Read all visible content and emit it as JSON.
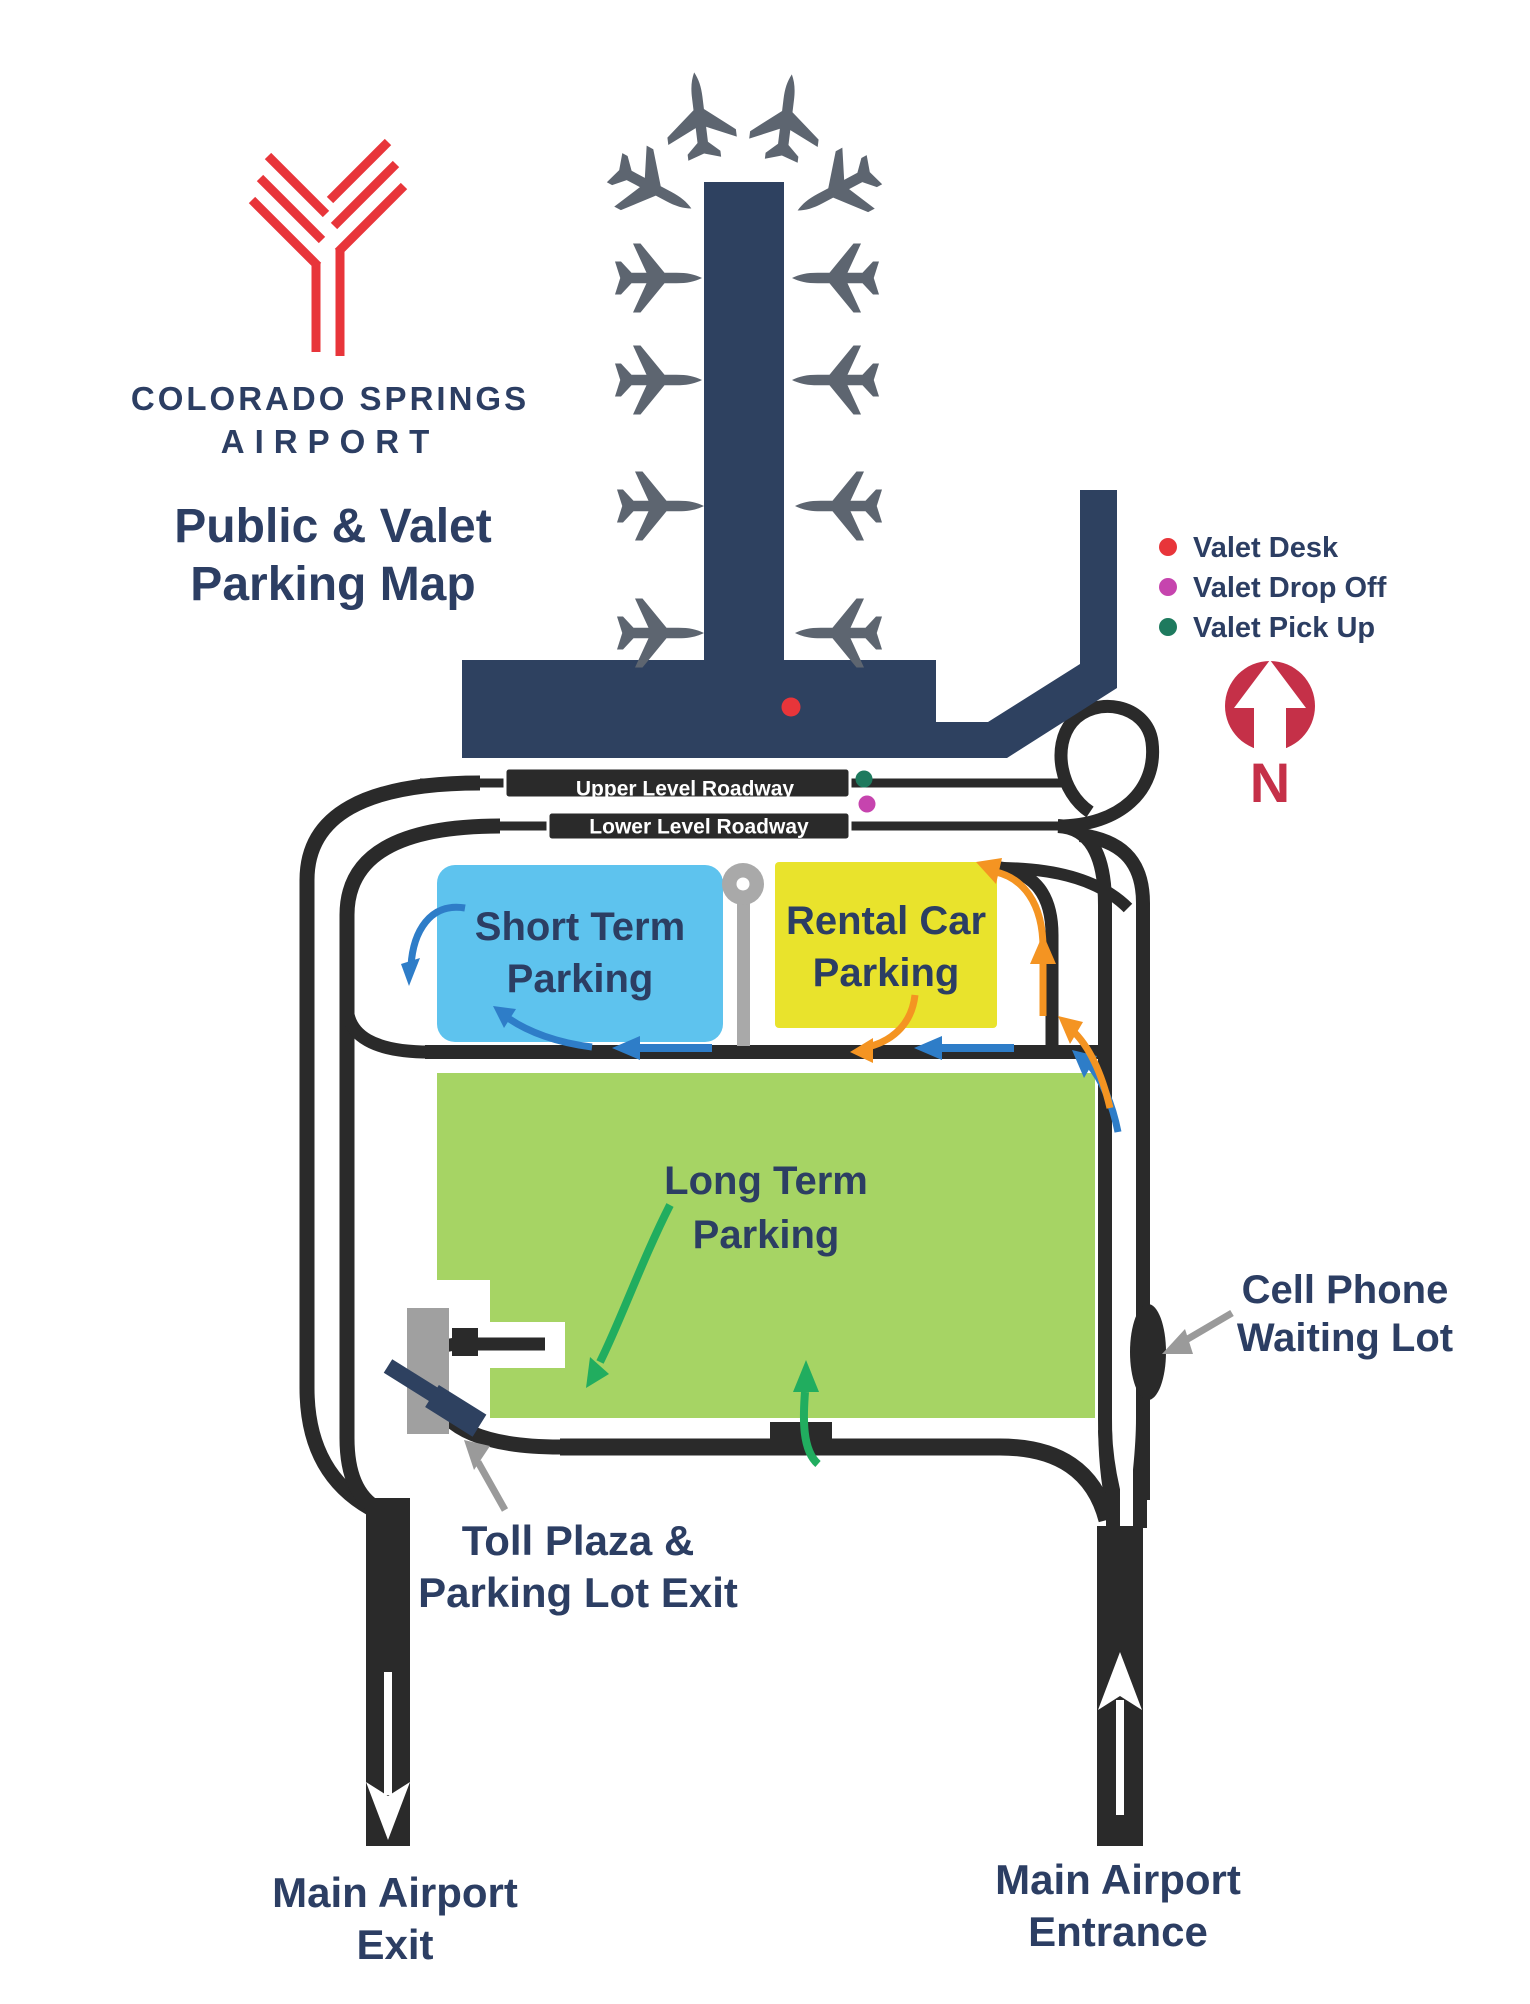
{
  "logo": {
    "name_line1": "COLORADO SPRINGS",
    "name_line2": "AIRPORT",
    "brand_color": "#e8353a",
    "text_color": "#2c3e63"
  },
  "title": {
    "line1": "Public & Valet",
    "line2": "Parking Map"
  },
  "legend": {
    "items": [
      {
        "label": "Valet Desk",
        "color": "#e8353a"
      },
      {
        "label": "Valet Drop Off",
        "color": "#c644ae"
      },
      {
        "label": "Valet Pick Up",
        "color": "#1e7a5e"
      }
    ]
  },
  "compass": {
    "label": "N",
    "color": "#c53048"
  },
  "roadways": {
    "upper_label": "Upper Level Roadway",
    "lower_label": "Lower Level Roadway",
    "road_color": "#2a2a2a"
  },
  "lots": {
    "short_term": {
      "line1": "Short Term",
      "line2": "Parking",
      "color": "#5ec3ee"
    },
    "rental_car": {
      "line1": "Rental Car",
      "line2": "Parking",
      "color": "#e9e32c"
    },
    "long_term": {
      "line1": "Long Term",
      "line2": "Parking",
      "color": "#a6d464"
    }
  },
  "labels": {
    "toll": {
      "line1": "Toll Plaza &",
      "line2": "Parking Lot Exit"
    },
    "cell": {
      "line1": "Cell Phone",
      "line2": "Waiting Lot"
    },
    "exit": {
      "line1": "Main Airport",
      "line2": "Exit"
    },
    "entrance": {
      "line1": "Main Airport",
      "line2": "Entrance"
    }
  },
  "flows": {
    "public_parking_color": "#2e7dc8",
    "rental_return_color": "#f49422",
    "long_term_color": "#21ad5f",
    "pointer_color": "#9a9a9a"
  }
}
